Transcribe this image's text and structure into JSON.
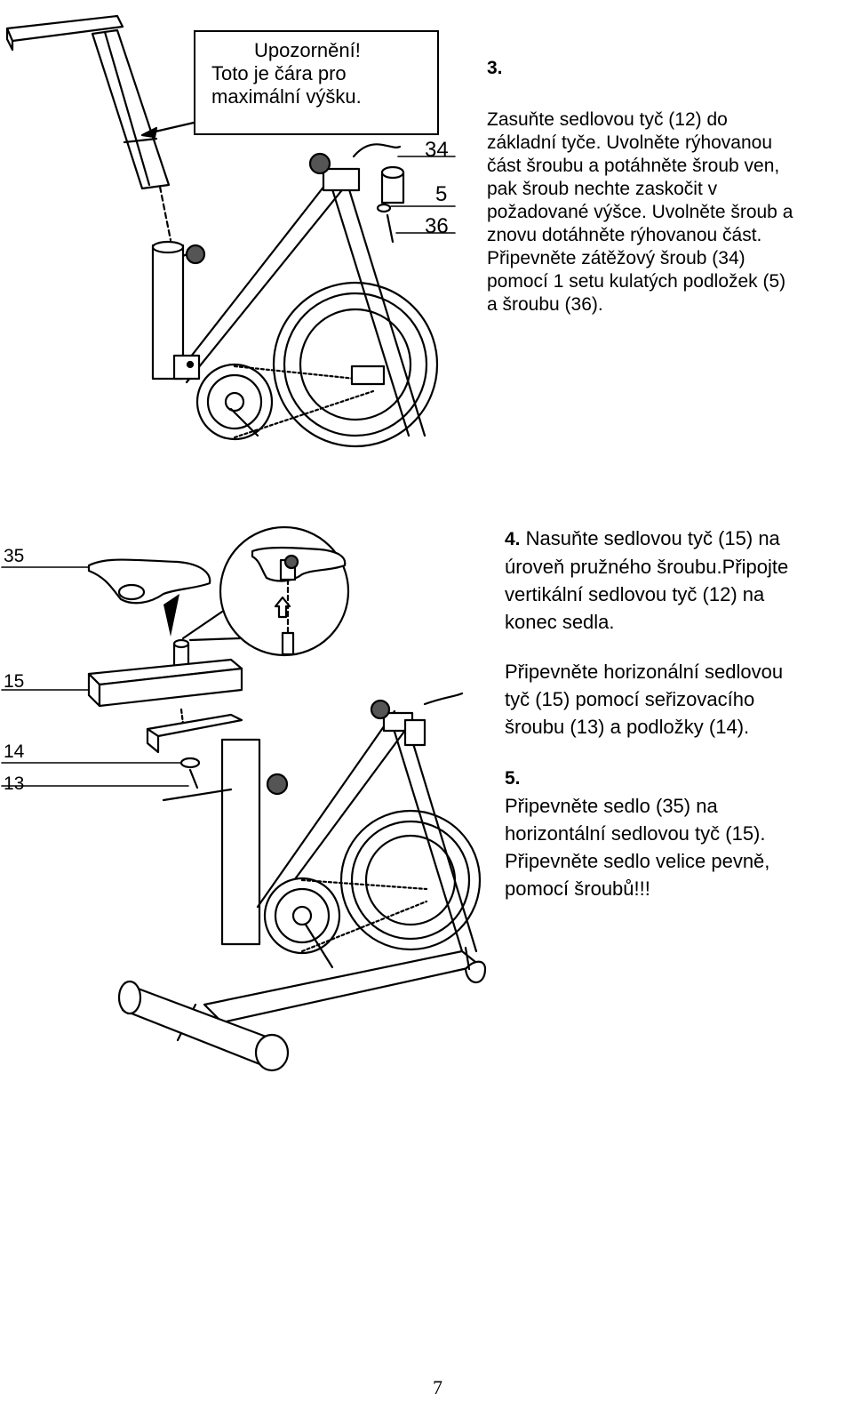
{
  "step3": {
    "number": "3.",
    "warning_line1": "Upozornění!",
    "warning_line2": "Toto je čára pro",
    "warning_line3": "maximální výšku.",
    "labels": {
      "a": "34",
      "b": "5",
      "c": "36"
    },
    "lines": [
      "Zasuňte sedlovou tyč (12) do",
      "základní tyče. Uvolněte rýhovanou",
      "část šroubu a potáhněte šroub ven,",
      "pak šroub nechte zaskočit  v",
      "požadované výšce. Uvolněte šroub a",
      "znovu dotáhněte rýhovanou část.",
      "Připevněte zátěžový šroub (34)",
      "pomocí 1 setu kulatých podložek (5)",
      "a šroubu (36)."
    ]
  },
  "step4": {
    "number": "4.",
    "lines": [
      " Nasuňte sedlovou tyč (15) na",
      "úroveň pružného šroubu.Připojte",
      "vertikální sedlovou tyč (12) na",
      "konec sedla."
    ],
    "lines2": [
      "Připevněte horizonální sedlovou",
      "tyč (15) pomocí seřizovacího",
      "šroubu (13) a podložky (14)."
    ],
    "labels": {
      "a": "35",
      "b": "15",
      "c": "14",
      "d": "13"
    }
  },
  "step5": {
    "number": "5.",
    "lines": [
      "Připevněte sedlo (35) na",
      "horizontální sedlovou tyč (15).",
      "Připevněte sedlo velice pevně,",
      "pomocí šroubů!!!"
    ]
  },
  "page_number": "7"
}
